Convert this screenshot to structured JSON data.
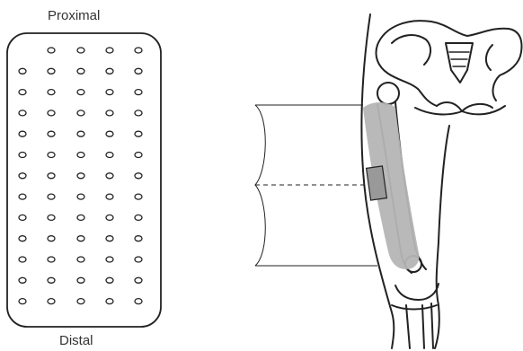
{
  "labels": {
    "proximal": "Proximal",
    "distal": "Distal"
  },
  "pad": {
    "columns": 5,
    "rows": [
      {
        "dots": 4,
        "skip_first_column": true
      },
      {
        "dots": 5
      },
      {
        "dots": 5
      },
      {
        "dots": 5
      },
      {
        "dots": 5
      },
      {
        "dots": 5
      },
      {
        "dots": 5
      },
      {
        "dots": 5
      },
      {
        "dots": 5
      },
      {
        "dots": 5
      },
      {
        "dots": 5
      },
      {
        "dots": 5
      },
      {
        "dots": 5
      }
    ]
  },
  "colors": {
    "line": "#222222",
    "highlight": "#b5b5b5",
    "label_text": "#333333"
  }
}
